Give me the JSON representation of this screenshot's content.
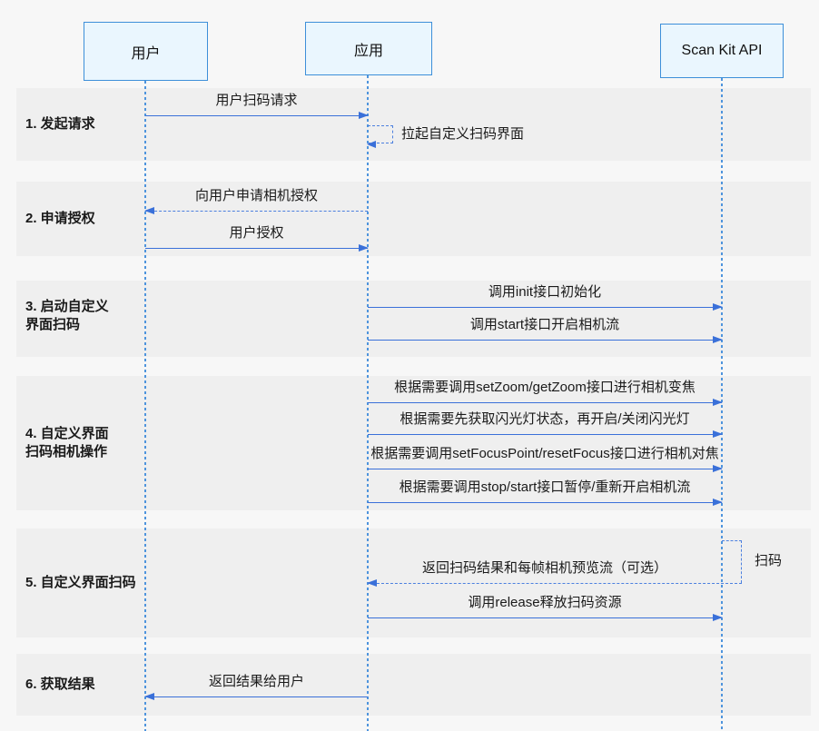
{
  "diagram": {
    "type": "sequence",
    "actors": [
      {
        "name": "用户"
      },
      {
        "name": "应用"
      },
      {
        "name": "Scan Kit API"
      }
    ],
    "sections": [
      {
        "label": "1. 发起请求",
        "messages": [
          {
            "label": "用户扫码请求",
            "from": "用户",
            "to": "应用",
            "line": "solid"
          },
          {
            "label": "拉起自定义扫码界面",
            "from": "应用",
            "to": "应用",
            "line": "dashed",
            "type": "self"
          }
        ]
      },
      {
        "label": "2. 申请授权",
        "messages": [
          {
            "label": "向用户申请相机授权",
            "from": "应用",
            "to": "用户",
            "line": "dashed"
          },
          {
            "label": "用户授权",
            "from": "用户",
            "to": "应用",
            "line": "solid"
          }
        ]
      },
      {
        "label": "3. 启动自定义\n界面扫码",
        "messages": [
          {
            "label": "调用init接口初始化",
            "from": "应用",
            "to": "Scan Kit API",
            "line": "solid"
          },
          {
            "label": "调用start接口开启相机流",
            "from": "应用",
            "to": "Scan Kit API",
            "line": "solid"
          }
        ]
      },
      {
        "label": "4. 自定义界面\n扫码相机操作",
        "messages": [
          {
            "label": "根据需要调用setZoom/getZoom接口进行相机变焦",
            "from": "应用",
            "to": "Scan Kit API",
            "line": "solid"
          },
          {
            "label": "根据需要先获取闪光灯状态，再开启/关闭闪光灯",
            "from": "应用",
            "to": "Scan Kit API",
            "line": "solid"
          },
          {
            "label": "根据需要调用setFocusPoint/resetFocus接口进行相机对焦",
            "from": "应用",
            "to": "Scan Kit API",
            "line": "solid"
          },
          {
            "label": "根据需要调用stop/start接口暂停/重新开启相机流",
            "from": "应用",
            "to": "Scan Kit API",
            "line": "solid"
          }
        ]
      },
      {
        "label": "5. 自定义界面扫码",
        "messages": [
          {
            "label": "扫码",
            "from": "Scan Kit API",
            "to": "Scan Kit API",
            "line": "dashed",
            "type": "self"
          },
          {
            "label": "返回扫码结果和每帧相机预览流（可选）",
            "from": "Scan Kit API",
            "to": "应用",
            "line": "dashed"
          },
          {
            "label": "调用release释放扫码资源",
            "from": "应用",
            "to": "Scan Kit API",
            "line": "solid"
          }
        ]
      },
      {
        "label": "6. 获取结果",
        "messages": [
          {
            "label": "返回结果给用户",
            "from": "应用",
            "to": "用户",
            "line": "solid"
          }
        ]
      }
    ],
    "colors": {
      "solid_arrow": "#3A70D9",
      "dashed_arrow": "#4C80DF",
      "lifeline": "#4E94DD",
      "actor_border": "#3D8FD9",
      "actor_fill": "#EAF6FE",
      "band": "#EFEFEF",
      "background": "#F7F7F7",
      "text": "#1A1A1A"
    }
  }
}
